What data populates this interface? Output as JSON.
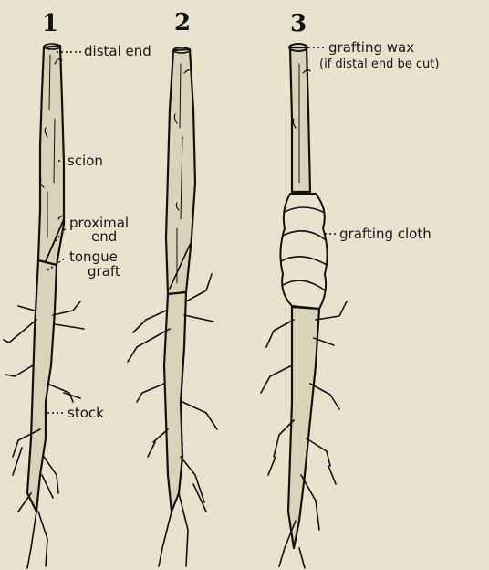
{
  "figure_numbers": [
    "1",
    "2",
    "3"
  ],
  "labels": {
    "distal_end": "distal end",
    "scion": "scion",
    "proximal_end_1": "proximal",
    "proximal_end_2": "end",
    "tongue_graft_1": "tongue",
    "tongue_graft_2": "graft",
    "stock": "stock",
    "grafting_wax": "grafting wax",
    "if_distal_end_cut": "(if distal end be cut)",
    "grafting_cloth": "grafting cloth"
  }
}
